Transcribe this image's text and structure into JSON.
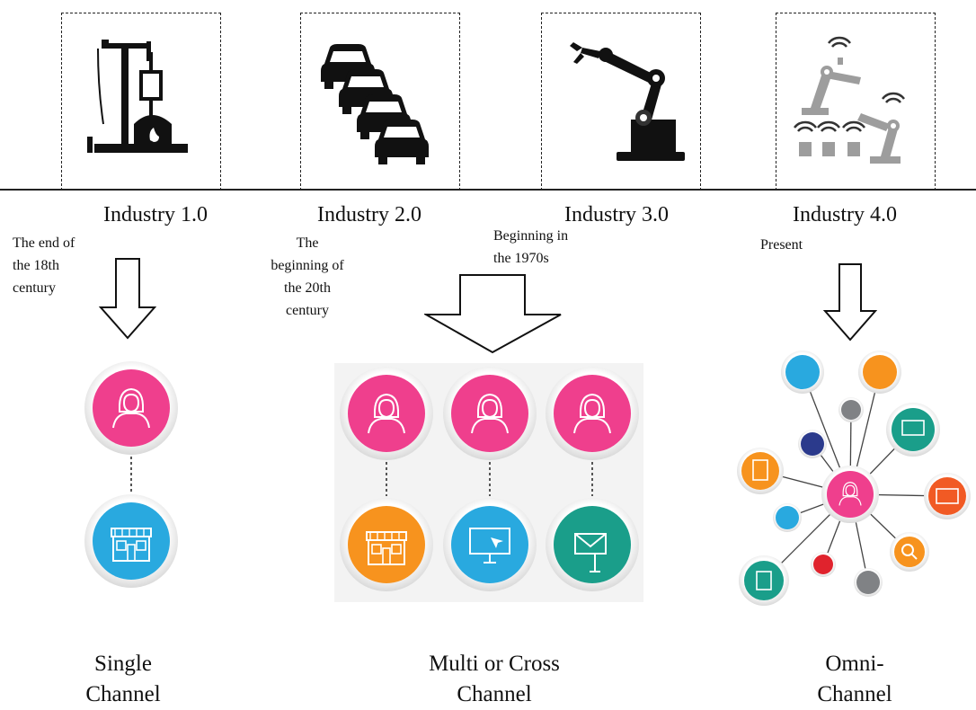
{
  "industries": [
    {
      "label": "Industry 1.0",
      "era": "The end of\nthe 18th\ncentury"
    },
    {
      "label": "Industry 2.0",
      "era": "The\nbeginning of\nthe 20th\ncentury"
    },
    {
      "label": "Industry 3.0",
      "era": "Beginning in\nthe 1970s"
    },
    {
      "label": "Industry 4.0",
      "era": "Present"
    }
  ],
  "channels": [
    {
      "label": "Single\nChannel"
    },
    {
      "label": "Multi or Cross\nChannel"
    },
    {
      "label": "Omni-\nChannel"
    }
  ],
  "colors": {
    "pink": "#ef3f8d",
    "blue": "#29a9df",
    "orange": "#f7931e",
    "teal": "#1a9e8a",
    "navy": "#2b3a8c",
    "gray": "#808285",
    "red": "#e0232d",
    "icon_gray": "#9d9d9d",
    "line": "#222222"
  },
  "icon_names": [
    "steam-engine-icon",
    "cars-assembly-icon",
    "robot-arm-icon",
    "connected-robots-icon"
  ]
}
